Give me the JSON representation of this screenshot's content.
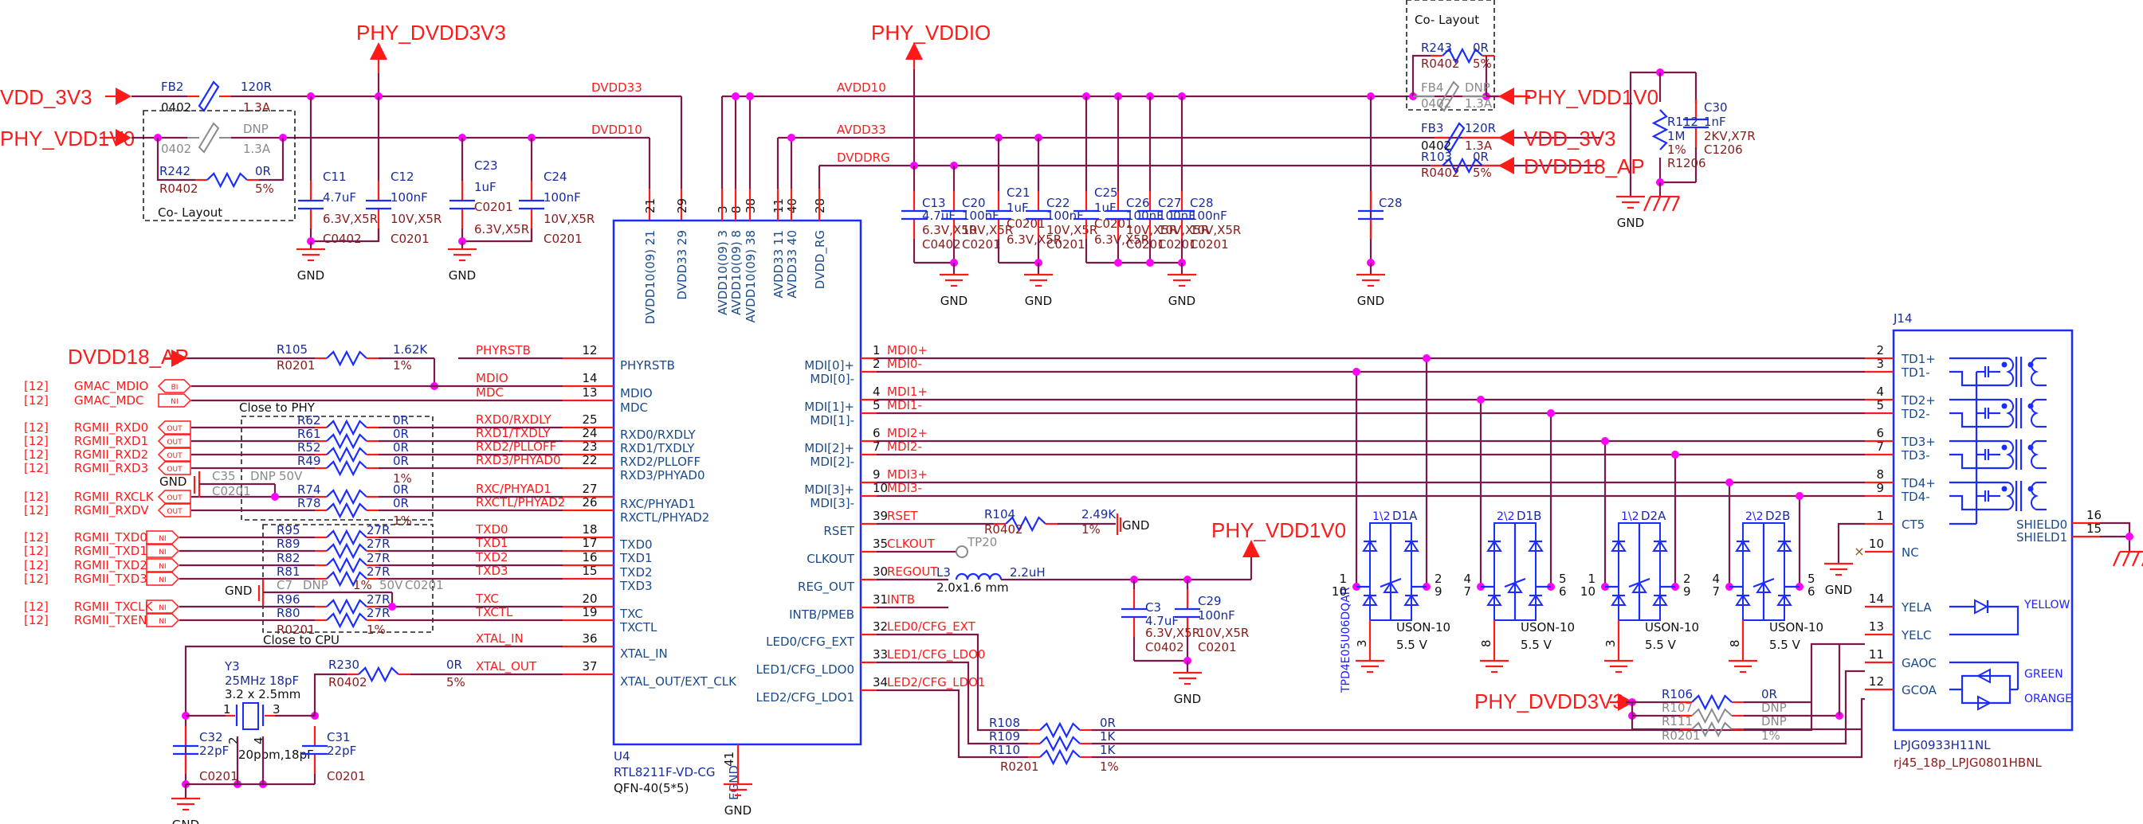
{
  "power_nets": {
    "phy_dvdd3v3_top": "PHY_DVDD3V3",
    "phy_vddio_top": "PHY_VDDIO",
    "vdd_3v3_left": "VDD_3V3",
    "phy_vdd1v0_left": "PHY_VDD1V0",
    "phy_vdd1v0_right": "PHY_VDD1V0",
    "vdd_3v3_right": "VDD_3V3",
    "dvdd18_ap_right": "DVDD18_AP",
    "dvdd18_ap_left": "DVDD18_AP",
    "phy_vdd1v0_mid": "PHY_VDD1V0",
    "phy_dvdd3v3_bottom": "PHY_DVDD3V3",
    "gnd": "GND"
  },
  "rail_labels": {
    "dvdd33": "DVDD33",
    "dvdd10": "DVDD10",
    "avdd10": "AVDD10",
    "avdd33": "AVDD33",
    "dvddrg": "DVDDRG"
  },
  "co_layout_label": "Co- Layout",
  "close_to_phy": "Close to PHY",
  "close_to_cpu": "Close to CPU",
  "ferrites": [
    {
      "ref": "FB2",
      "pkg": "0402",
      "val": "120R",
      "rating": "1.3A",
      "dnp": false
    },
    {
      "ref": "",
      "pkg": "0402",
      "val": "DNP",
      "rating": "1.3A",
      "dnp": true
    },
    {
      "ref": "FB4",
      "pkg": "0402",
      "val": "DNP",
      "rating": "1.3A",
      "dnp": true
    },
    {
      "ref": "FB3",
      "pkg": "0402",
      "val": "120R",
      "rating": "1.3A",
      "dnp": false
    }
  ],
  "resistors_power": [
    {
      "ref": "R242",
      "pkg": "R0402",
      "val": "0R",
      "tol": "5%"
    },
    {
      "ref": "R243",
      "pkg": "R0402",
      "val": "0R",
      "tol": "5%"
    },
    {
      "ref": "R103",
      "pkg": "R0402",
      "val": "0R",
      "tol": "5%"
    },
    {
      "ref": "R105",
      "pkg": "R0201",
      "val": "1.62K",
      "tol": "1%"
    },
    {
      "ref": "R104",
      "pkg": "R0402",
      "val": "2.49K",
      "tol": "1%"
    },
    {
      "ref": "R230",
      "pkg": "R0402",
      "val": "0R",
      "tol": "5%"
    }
  ],
  "capacitors_top_left": [
    {
      "ref": "C11",
      "val": "4.7uF",
      "rating": "6.3V,X5R",
      "pkg": "C0402"
    },
    {
      "ref": "C12",
      "val": "100nF",
      "rating": "10V,X5R",
      "pkg": "C0201"
    },
    {
      "ref": "C23",
      "val": "1uF",
      "rating": "6.3V,X5R",
      "pkg": "C0201"
    },
    {
      "ref": "C24",
      "val": "100nF",
      "rating": "10V,X5R",
      "pkg": "C0201"
    }
  ],
  "capacitors_top_right": [
    {
      "ref": "C13",
      "val": "4.7uF",
      "rating": "6.3V,X5R",
      "pkg": "C0402"
    },
    {
      "ref": "C20",
      "val": "100nF",
      "rating": "10V,X5R",
      "pkg": "C0201"
    },
    {
      "ref": "C21",
      "val": "1uF",
      "rating": "6.3V,X5R",
      "pkg": "C0201"
    },
    {
      "ref": "C22",
      "val": "100nF",
      "rating": "10V,X5R",
      "pkg": "C0201"
    },
    {
      "ref": "C25",
      "val": "1uF",
      "rating": "6.3V,X5R",
      "pkg": "C0201"
    },
    {
      "ref": "C26",
      "val": "100nF",
      "rating": "10V,X5R",
      "pkg": "C0201"
    },
    {
      "ref": "C27",
      "val": "100nF",
      "rating": "10V,X5R",
      "pkg": "C0201"
    },
    {
      "ref": "C28",
      "val": "100nF",
      "rating": "10V,X5R",
      "pkg": "C0201"
    }
  ],
  "esd_block": {
    "r112": {
      "ref": "R112",
      "val": "1M",
      "tol": "1%",
      "pkg": "R1206"
    },
    "c30": {
      "ref": "C30",
      "val": "1nF",
      "rating": "2KV,X7R",
      "pkg": "C1206"
    }
  },
  "gmac": [
    {
      "sheet": "[12]",
      "name": "GMAC_MDIO",
      "port": "BI"
    },
    {
      "sheet": "[12]",
      "name": "GMAC_MDC",
      "port": "NI"
    }
  ],
  "rx_signals": [
    {
      "sheet": "[12]",
      "name": "RGMII_RXD0",
      "port": "OUT",
      "ref": "R62",
      "val": "0R",
      "net": "RXD0/RXDLY",
      "pin": "25"
    },
    {
      "sheet": "[12]",
      "name": "RGMII_RXD1",
      "port": "OUT",
      "ref": "R61",
      "val": "0R",
      "net": "RXD1/TXDLY",
      "pin": "24"
    },
    {
      "sheet": "[12]",
      "name": "RGMII_RXD2",
      "port": "OUT",
      "ref": "R52",
      "val": "0R",
      "net": "RXD2/PLLOFF",
      "pin": "23"
    },
    {
      "sheet": "[12]",
      "name": "RGMII_RXD3",
      "port": "OUT",
      "ref": "R49",
      "val": "0R",
      "net": "RXD3/PHYAD0",
      "pin": "22"
    },
    {
      "sheet": "[12]",
      "name": "RGMII_RXCLK",
      "port": "OUT",
      "ref": "R74",
      "val": "0R",
      "net": "RXC/PHYAD1",
      "pin": "27"
    },
    {
      "sheet": "[12]",
      "name": "RGMII_RXDV",
      "port": "OUT",
      "ref": "R78",
      "val": "0R",
      "net": "RXCTL/PHYAD2",
      "pin": "26"
    }
  ],
  "rx_tol": "1%",
  "c35": {
    "ref": "C35",
    "pkg": "C0201",
    "val": "DNP",
    "rating": "50V"
  },
  "tx_signals": [
    {
      "sheet": "[12]",
      "name": "RGMII_TXD0",
      "port": "NI",
      "ref": "R95",
      "val": "27R",
      "net": "TXD0",
      "pin": "18"
    },
    {
      "sheet": "[12]",
      "name": "RGMII_TXD1",
      "port": "NI",
      "ref": "R89",
      "val": "27R",
      "net": "TXD1",
      "pin": "17"
    },
    {
      "sheet": "[12]",
      "name": "RGMII_TXD2",
      "port": "NI",
      "ref": "R82",
      "val": "27R",
      "net": "TXD2",
      "pin": "16"
    },
    {
      "sheet": "[12]",
      "name": "RGMII_TXD3",
      "port": "NI",
      "ref": "R81",
      "val": "27R",
      "net": "TXD3",
      "pin": "15"
    },
    {
      "sheet": "[12]",
      "name": "RGMII_TXCLK",
      "port": "NI",
      "ref": "R96",
      "val": "27R",
      "net": "TXC",
      "pin": "20"
    },
    {
      "sheet": "[12]",
      "name": "RGMII_TXEN",
      "port": "NI",
      "ref": "R80",
      "val": "27R",
      "net": "TXCTL",
      "pin": "19"
    }
  ],
  "tx_pkg": "R0201",
  "tx_tol": "1%",
  "c7": {
    "ref": "C7",
    "val": "DNP",
    "tol": "1%",
    "rating": "50V",
    "pkg": "C0201"
  },
  "crystal": {
    "ref": "Y3",
    "freq": "25MHz 18pF",
    "size": "3.2 x 2.5mm",
    "spec": "20ppm,18pF",
    "pins": [
      "1",
      "2",
      "3",
      "4"
    ]
  },
  "crystal_caps": [
    {
      "ref": "C32",
      "val": "22pF",
      "pkg": "C0201"
    },
    {
      "ref": "C31",
      "val": "22pF",
      "pkg": "C0201"
    }
  ],
  "phy": {
    "ref": "U4",
    "part": "RTL8211F-VD-CG",
    "package": "QFN-40(5*5)",
    "top_pins": [
      {
        "num": "21",
        "name": "DVDD10(09) 21"
      },
      {
        "num": "29",
        "name": "DVDD33 29"
      },
      {
        "num": "3",
        "name": "AVDD10(09) 3"
      },
      {
        "num": "8",
        "name": "AVDD10(09) 8"
      },
      {
        "num": "38",
        "name": "AVDD10(09) 38"
      },
      {
        "num": "11",
        "name": "AVDD33 11"
      },
      {
        "num": "40",
        "name": "AVDD33 40"
      },
      {
        "num": "28",
        "name": "DVDD_RG"
      }
    ],
    "left_pins": [
      {
        "num": "12",
        "name": "PHYRSTB",
        "net": "PHYRSTB"
      },
      {
        "num": "14",
        "name": "MDIO",
        "net": "MDIO"
      },
      {
        "num": "13",
        "name": "MDC",
        "net": "MDC"
      },
      {
        "num": "36",
        "name": "XTAL_IN",
        "net": "XTAL_IN"
      },
      {
        "num": "37",
        "name": "XTAL_OUT/EXT_CLK",
        "net": "XTAL_OUT"
      }
    ],
    "right_pins": [
      {
        "num": "1",
        "name": "MDI[0]+",
        "net": "MDI0+"
      },
      {
        "num": "2",
        "name": "MDI[0]-",
        "net": "MDI0-"
      },
      {
        "num": "4",
        "name": "MDI[1]+",
        "net": "MDI1+"
      },
      {
        "num": "5",
        "name": "MDI[1]-",
        "net": "MDI1-"
      },
      {
        "num": "6",
        "name": "MDI[2]+",
        "net": "MDI2+"
      },
      {
        "num": "7",
        "name": "MDI[2]-",
        "net": "MDI2-"
      },
      {
        "num": "9",
        "name": "MDI[3]+",
        "net": "MDI3+"
      },
      {
        "num": "10",
        "name": "MDI[3]-",
        "net": "MDI3-"
      },
      {
        "num": "39",
        "name": "RSET",
        "net": "RSET"
      },
      {
        "num": "35",
        "name": "CLKOUT",
        "net": "CLKOUT"
      },
      {
        "num": "30",
        "name": "REG_OUT",
        "net": "REGOUT"
      },
      {
        "num": "31",
        "name": "INTB/PMEB",
        "net": "INTB"
      },
      {
        "num": "32",
        "name": "LED0/CFG_EXT",
        "net": "LED0/CFG_EXT"
      },
      {
        "num": "33",
        "name": "LED1/CFG_LDO0",
        "net": "LED1/CFG_LDO0"
      },
      {
        "num": "34",
        "name": "LED2/CFG_LDO1",
        "net": "LED2/CFG_LDO1"
      }
    ],
    "bottom_pin": {
      "num": "41",
      "name": "EGND"
    }
  },
  "testpoint": "TP20",
  "inductor": {
    "ref": "L3",
    "val": "2.2uH",
    "size": "2.0x1.6 mm"
  },
  "regout_caps": [
    {
      "ref": "C3",
      "val": "4.7uF",
      "rating": "6.3V,X5R",
      "pkg": "C0402"
    },
    {
      "ref": "C29",
      "val": "100nF",
      "rating": "10V,X5R",
      "pkg": "C0201"
    }
  ],
  "led_resistors": [
    {
      "ref": "R108",
      "val": "0R"
    },
    {
      "ref": "R109",
      "val": "1K"
    },
    {
      "ref": "R110",
      "val": "1K"
    }
  ],
  "led_res_pkg": "R0201",
  "led_res_tol": "1%",
  "pullups": [
    {
      "ref": "R106",
      "val": "0R",
      "dnp": false
    },
    {
      "ref": "R107",
      "val": "DNP",
      "dnp": true
    },
    {
      "ref": "R111",
      "val": "DNP",
      "dnp": true
    }
  ],
  "pullup_pkg": "R0201",
  "pullup_tol": "1%",
  "tvs": {
    "part": "TPD4E05U06DQAR",
    "units": [
      {
        "ref": "D1A",
        "unit": "1\\2",
        "pins_l": [
          "1",
          "10"
        ],
        "pins_r": [
          "2",
          "9"
        ],
        "gnd": "3"
      },
      {
        "ref": "D1B",
        "unit": "2\\2",
        "pins_l": [
          "4",
          "7"
        ],
        "pins_r": [
          "5",
          "6"
        ],
        "gnd": "8"
      },
      {
        "ref": "D2A",
        "unit": "1\\2",
        "pins_l": [
          "1",
          "10"
        ],
        "pins_r": [
          "2",
          "9"
        ],
        "gnd": "3"
      },
      {
        "ref": "D2B",
        "unit": "2\\2",
        "pins_l": [
          "4",
          "7"
        ],
        "pins_r": [
          "5",
          "6"
        ],
        "gnd": "8"
      }
    ],
    "package": "USON-10",
    "voltage": "5.5 V"
  },
  "rj45": {
    "ref": "J14",
    "part": "LPJG0933H11NL",
    "footprint": "rj45_18p_LPJG0801HBNL",
    "pins": [
      {
        "num": "2",
        "name": "TD1+"
      },
      {
        "num": "3",
        "name": "TD1-"
      },
      {
        "num": "4",
        "name": "TD2+"
      },
      {
        "num": "5",
        "name": "TD2-"
      },
      {
        "num": "6",
        "name": "TD3+"
      },
      {
        "num": "7",
        "name": "TD3-"
      },
      {
        "num": "8",
        "name": "TD4+"
      },
      {
        "num": "9",
        "name": "TD4-"
      },
      {
        "num": "1",
        "name": "CT5"
      },
      {
        "num": "10",
        "name": "NC"
      },
      {
        "num": "14",
        "name": "YELA"
      },
      {
        "num": "13",
        "name": "YELC"
      },
      {
        "num": "11",
        "name": "GAOC"
      },
      {
        "num": "12",
        "name": "GCOA"
      }
    ],
    "shield_pins": [
      {
        "num": "16",
        "name": "SHIELD0"
      },
      {
        "num": "15",
        "name": "SHIELD1"
      }
    ],
    "led_colors": [
      "YELLOW",
      "GREEN",
      "ORANGE"
    ]
  }
}
